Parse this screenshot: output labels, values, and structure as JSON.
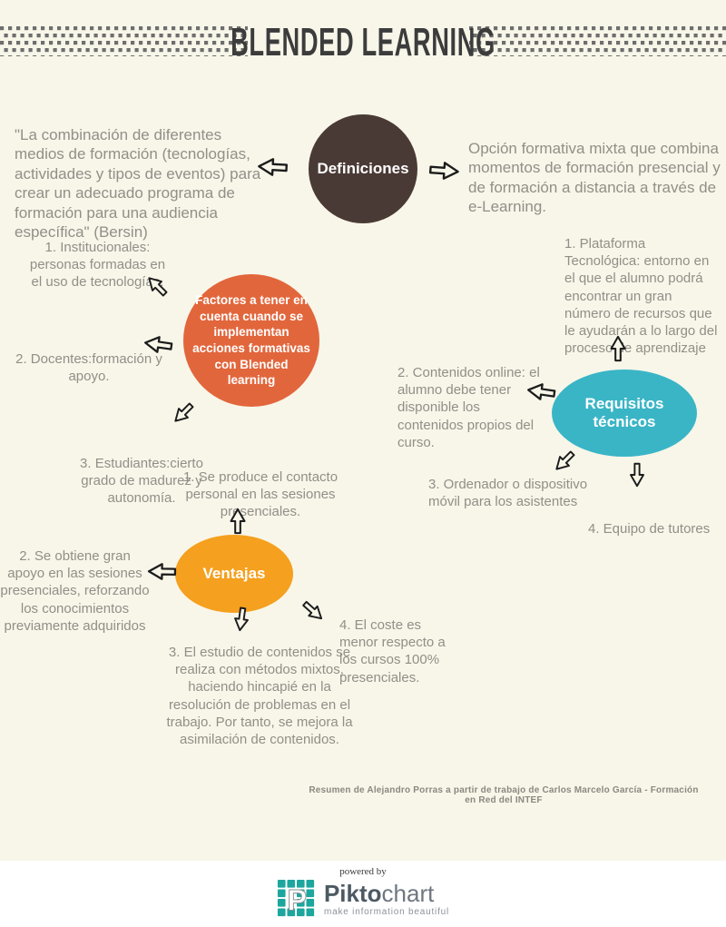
{
  "header": {
    "title": "BLENDED LEARNING",
    "title_color": "#3c3c3c",
    "dot_color": "#6e6e6e"
  },
  "definitions": {
    "label": "Definiciones",
    "circle_color": "#4a3a35",
    "left_text": "\"La combinación de diferentes medios de formación (tecnologías, actividades y tipos de eventos) para crear un adecuado programa de formación para una audiencia específica\" (Bersin)",
    "right_text": "Opción formativa mixta que combina momentos de formación presencial y de formación a distancia a través de e-Learning."
  },
  "factors": {
    "label": "Factores a tener en cuenta cuando se implementan acciones formativas con Blended learning",
    "circle_color": "#e2663c",
    "items": [
      "1. Institucionales: personas formadas en el uso de tecnologías.",
      "2. Docentes:formación y apoyo.",
      "3. Estudiantes:cierto grado de madurez y autonomía."
    ]
  },
  "requirements": {
    "label": "Requisitos técnicos",
    "circle_color": "#3ab5c6",
    "items": [
      "1. Plataforma Tecnológica: entorno en el que el alumno podrá encontrar un gran número de recursos que le ayudarán a lo largo del proceso de aprendizaje",
      "2. Contenidos online: el alumno debe tener disponible los contenidos propios del curso.",
      "3. Ordenador o dispositivo móvil para los asistentes",
      "4. Equipo de tutores"
    ]
  },
  "advantages": {
    "label": "Ventajas",
    "circle_color": "#f5a01e",
    "items": [
      "1. Se produce el contacto personal en las sesiones presenciales.",
      "2. Se obtiene gran apoyo en las sesiones presenciales, reforzando los conocimientos previamente adquiridos",
      "3.  El estudio de contenidos se realiza con métodos mixtos, haciendo hincapié en la resolución de problemas en el trabajo. Por tanto, se mejora la asimilación de contenidos.",
      "4. El coste es menor respecto a los cursos 100% presenciales."
    ]
  },
  "credit": "Resumen de Alejandro Porras a partir de trabajo de Carlos Marcelo García - Formación en Red del INTEF",
  "footer": {
    "powered_by": "powered by",
    "brand_bold": "Pikto",
    "brand_light": "chart",
    "tagline": "make information beautiful",
    "logo_color": "#1ca69e"
  }
}
